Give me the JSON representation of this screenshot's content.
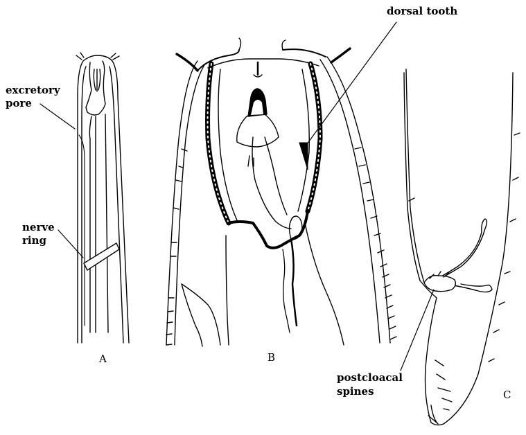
{
  "labels": {
    "excretory_pore_1": "excretory",
    "excretory_pore_2": "pore",
    "nerve_ring_1": "nerve",
    "nerve_ring_2": "ring",
    "dorsal_tooth": "dorsal tooth",
    "postcloacal_1": "postcloacal",
    "postcloacal_2": "spines"
  },
  "panels": {
    "a": "A",
    "b": "B",
    "c": "C"
  },
  "colors": {
    "ink": "#000000",
    "paper": "#ffffff"
  }
}
